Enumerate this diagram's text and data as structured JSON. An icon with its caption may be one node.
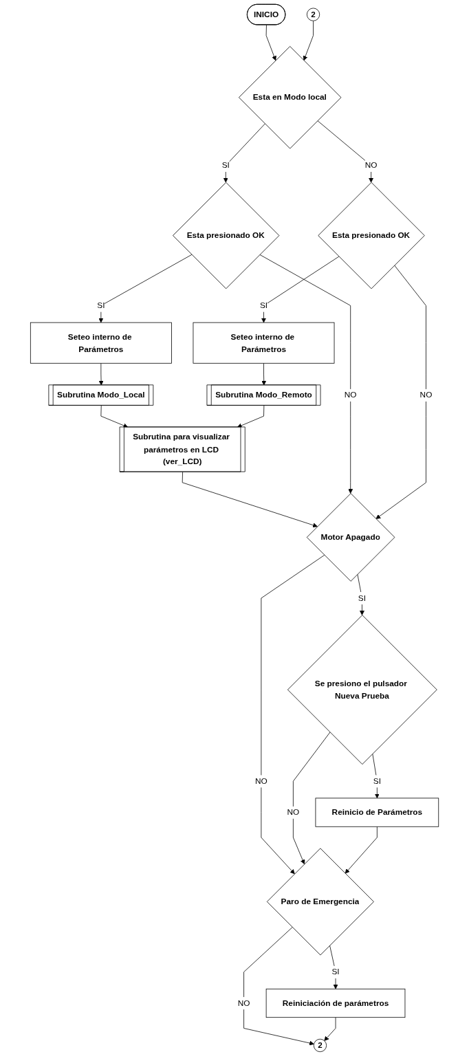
{
  "diagram": {
    "nodes": [
      {
        "text": [
          "INICIO"
        ]
      },
      {
        "text": [
          "2"
        ]
      },
      {
        "text": [
          "Esta en Modo local"
        ]
      },
      {
        "text": [
          "Esta presionado OK"
        ]
      },
      {
        "text": [
          "Esta presionado OK"
        ]
      },
      {
        "text": [
          "Seteo interno de Parámetros"
        ]
      },
      {
        "text": [
          "Seteo interno de Parámetros"
        ]
      },
      {
        "text": [
          "Subrutina Modo_Local"
        ]
      },
      {
        "text": [
          "Subrutina Modo_Remoto"
        ]
      },
      {
        "text": [
          "Subrutina para visualizar parámetros en LCD (ver_LCD)"
        ]
      },
      {
        "text": [
          "Motor Apagado"
        ]
      },
      {
        "text": [
          "Se presiono el pulsador Nueva Prueba"
        ]
      },
      {
        "text": [
          "Reinicio de Parámetros"
        ]
      },
      {
        "text": [
          "Paro de Emergencia"
        ]
      },
      {
        "text": [
          "Reiniciación de parámetros"
        ]
      },
      {
        "text": [
          "2"
        ]
      }
    ],
    "edges": [
      {
        "from": 0,
        "to": 2,
        "arrow": "to"
      },
      {
        "from": 1,
        "to": 2,
        "arrow": "to"
      },
      {
        "from": 2,
        "to": 3,
        "label": "SI",
        "arrow": "to"
      },
      {
        "from": 2,
        "to": 4,
        "label": "NO",
        "arrow": "to"
      },
      {
        "from": 3,
        "to": 5,
        "label": "SI",
        "arrow": "to"
      },
      {
        "from": 4,
        "to": 6,
        "label": "SI",
        "arrow": "to"
      },
      {
        "from": 5,
        "to": 7,
        "arrow": "to"
      },
      {
        "from": 6,
        "to": 8,
        "arrow": "to"
      },
      {
        "from": 7,
        "to": 9,
        "arrow": "to"
      },
      {
        "from": 8,
        "to": 9,
        "arrow": "to"
      },
      {
        "from": 9,
        "to": 10,
        "arrow": "to"
      },
      {
        "from": 3,
        "to": 10,
        "label": "NO",
        "arrow": "to"
      },
      {
        "from": 4,
        "to": 10,
        "label": "NO",
        "arrow": "to"
      },
      {
        "from": 10,
        "to": 11,
        "label": "SI",
        "arrow": "to"
      },
      {
        "from": 10,
        "to": 13,
        "label": "NO",
        "arrow": "to"
      },
      {
        "from": 11,
        "to": 12,
        "label": "SI",
        "arrow": "to"
      },
      {
        "from": 11,
        "to": 13,
        "label": "NO",
        "arrow": "to"
      },
      {
        "from": 12,
        "to": 13,
        "arrow": "to"
      },
      {
        "from": 13,
        "to": 14,
        "label": "SI",
        "arrow": "to"
      },
      {
        "from": 13,
        "to": 15,
        "label": "NO",
        "arrow": "to"
      },
      {
        "from": 14,
        "to": 15,
        "arrow": "to"
      }
    ]
  }
}
